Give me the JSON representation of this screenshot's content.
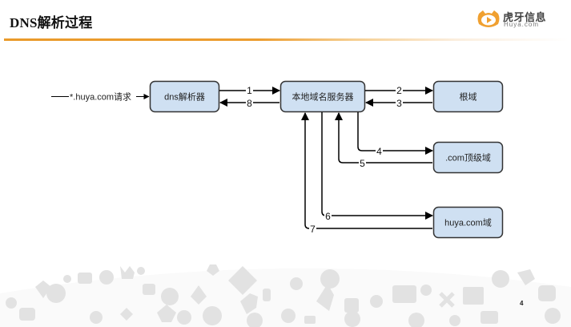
{
  "slide": {
    "title": "DNS解析过程",
    "page_number": "4"
  },
  "logo": {
    "name_cn": "虎牙信息",
    "name_en": "Huya.com",
    "brand_color": "#f0a030"
  },
  "diagram": {
    "request_label": "*.huya.com请求",
    "nodes": {
      "resolver": "dns解析器",
      "local_server": "本地域名服务器",
      "root": "根域",
      "com_tld": ".com顶级域",
      "huya_domain": "huya.com域"
    },
    "edges": [
      {
        "step": "1",
        "from": "dns解析器",
        "to": "本地域名服务器"
      },
      {
        "step": "2",
        "from": "本地域名服务器",
        "to": "根域"
      },
      {
        "step": "3",
        "from": "根域",
        "to": "本地域名服务器"
      },
      {
        "step": "4",
        "from": "本地域名服务器",
        "to": ".com顶级域"
      },
      {
        "step": "5",
        "from": ".com顶级域",
        "to": "本地域名服务器"
      },
      {
        "step": "6",
        "from": "本地域名服务器",
        "to": "huya.com域"
      },
      {
        "step": "7",
        "from": "huya.com域",
        "to": "本地域名服务器"
      },
      {
        "step": "8",
        "from": "本地域名服务器",
        "to": "dns解析器"
      }
    ],
    "node_fill": "#cfe0f2",
    "node_stroke": "#333333"
  }
}
